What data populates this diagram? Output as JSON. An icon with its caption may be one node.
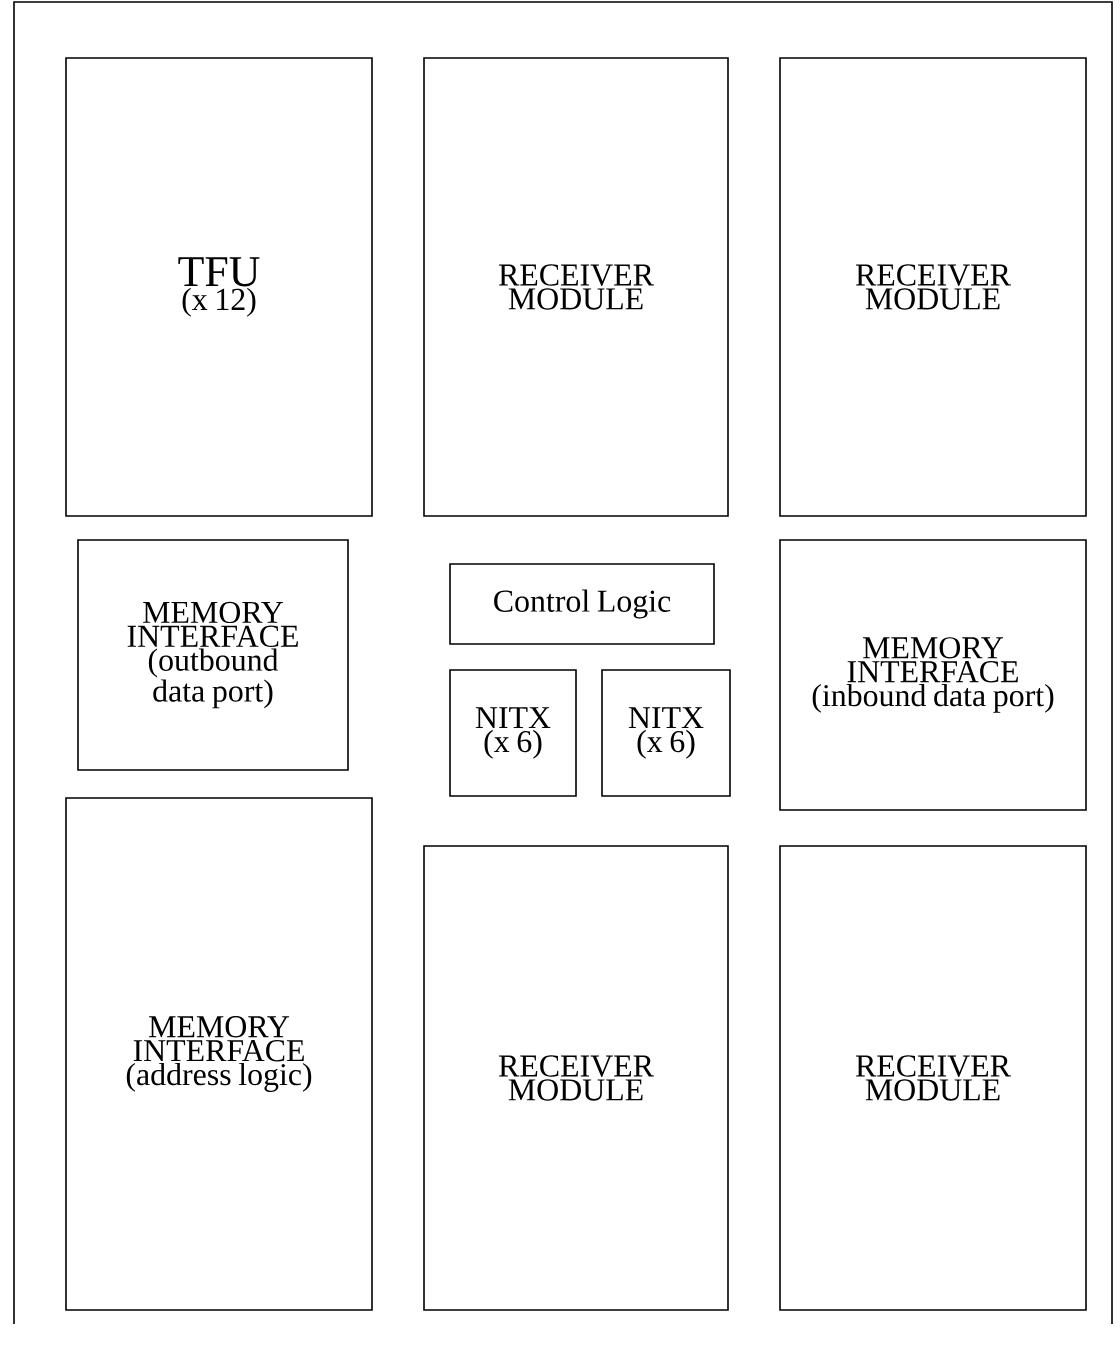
{
  "diagram": {
    "nodes": [
      {
        "text": [
          "TFU",
          "(x 12)"
        ]
      },
      {
        "text": [
          "RECEIVER MODULE"
        ]
      },
      {
        "text": [
          "RECEIVER MODULE"
        ]
      },
      {
        "text": [
          "MEMORY INTERFACE",
          "(outbound data port)"
        ]
      },
      {
        "text": [
          "Control Logic"
        ]
      },
      {
        "text": [
          "NITX",
          "(x 6)"
        ]
      },
      {
        "text": [
          "NITX",
          "(x 6)"
        ]
      },
      {
        "text": [
          "MEMORY INTERFACE",
          "(inbound data port)"
        ]
      },
      {
        "text": [
          "MEMORY INTERFACE",
          "(address logic)"
        ]
      },
      {
        "text": [
          "RECEIVER MODULE"
        ]
      },
      {
        "text": [
          "RECEIVER MODULE"
        ]
      }
    ]
  }
}
